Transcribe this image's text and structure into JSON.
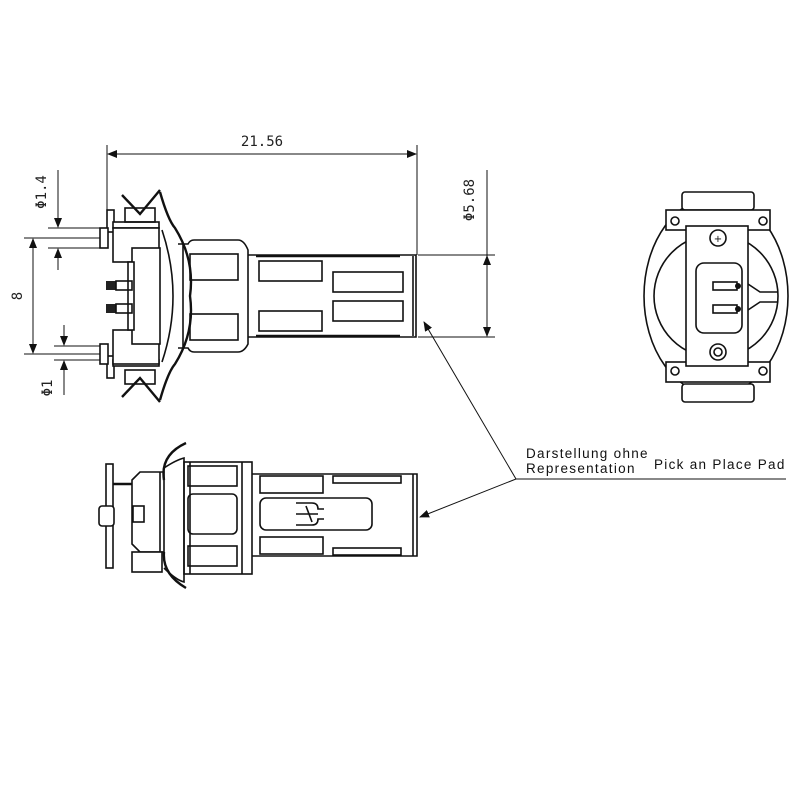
{
  "drawing": {
    "type": "technical-drawing",
    "subject": "connector / plug component, three views",
    "views": [
      "side-view",
      "end-view",
      "top-view"
    ]
  },
  "dimensions": {
    "length": "21.56",
    "diameter_body": "Φ5.68",
    "pin_pitch": "8",
    "hole_diameter_top": "Φ1.4",
    "hole_diameter_bottom": "Φ1"
  },
  "annotation": {
    "line1_de": "Darstellung ohne",
    "line2_en": "Representation",
    "label": "Pick an Place Pad"
  },
  "colors": {
    "line": "#111111",
    "background": "#ffffff"
  }
}
